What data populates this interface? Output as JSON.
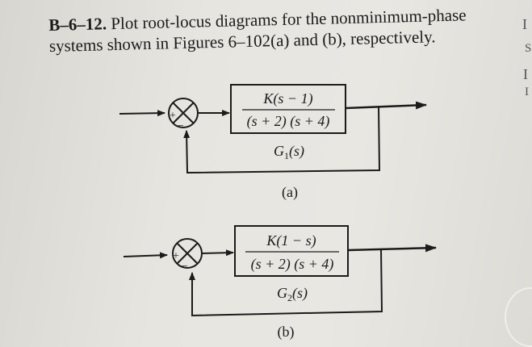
{
  "problem": {
    "number": "B–6–12.",
    "text_line1": "Plot root-locus diagrams for the nonminimum-phase",
    "text_line2": "systems shown in Figures 6–102(a) and (b), respectively."
  },
  "margin": [
    "I",
    "S",
    "I",
    "I"
  ],
  "diagram_a": {
    "numerator": "K(s − 1)",
    "denominator": "(s + 2) (s + 4)",
    "name": "G",
    "name_sub": "1",
    "name_arg": "(s)",
    "caption": "(a)",
    "sign_plus": "+",
    "sign_minus": "−"
  },
  "diagram_b": {
    "numerator": "K(1 − s)",
    "denominator": "(s + 2) (s + 4)",
    "name": "G",
    "name_sub": "2",
    "name_arg": "(s)",
    "caption": "(b)",
    "sign_plus": "+",
    "sign_minus": "−"
  }
}
